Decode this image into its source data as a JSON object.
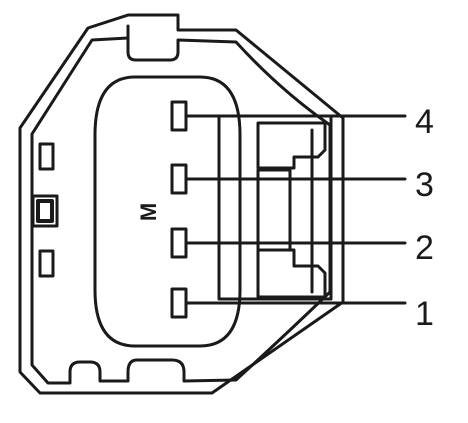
{
  "diagram": {
    "orientation_mark": "M",
    "pins": [
      {
        "number": "4"
      },
      {
        "number": "3"
      },
      {
        "number": "2"
      },
      {
        "number": "1"
      }
    ],
    "colors": {
      "stroke": "#1a1a1a",
      "background": "#ffffff"
    }
  }
}
